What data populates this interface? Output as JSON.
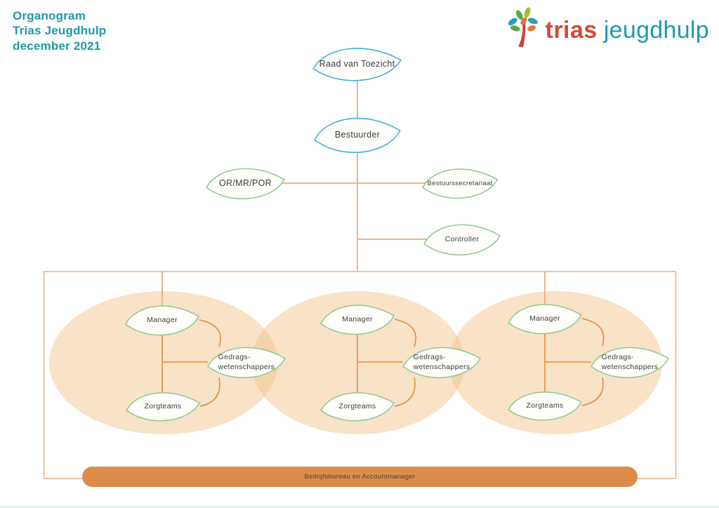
{
  "header": {
    "title_lines": [
      "Organogram",
      "Trias Jeugdhulp",
      "december 2021"
    ]
  },
  "logo": {
    "brand": "trias",
    "suffix": "jeugdhulp",
    "tree_icon": "tree-logo-icon"
  },
  "org": {
    "raad_van_toezicht": "Raad van Toezicht",
    "bestuurder": "Bestuurder",
    "or_mr_por": "OR/MR/POR",
    "bestuurssecretariaat": "Bestuurssecretariaat",
    "controller": "Controller",
    "clusters": [
      {
        "manager": "Manager",
        "gedragswetenschappers": "Gedrags-\nwetenschappers",
        "zorgteams": "Zorgteams"
      },
      {
        "manager": "Manager",
        "gedragswetenschappers": "Gedrags-\nwetenschappers",
        "zorgteams": "Zorgteams"
      },
      {
        "manager": "Manager",
        "gedragswetenschappers": "Gedrags-\nwetenschappers",
        "zorgteams": "Zorgteams"
      }
    ],
    "bottom_bar": "Bedrijfsbureau en Accountmanager"
  },
  "colors": {
    "title_teal": "#1e98a9",
    "brand_red": "#d14a38",
    "brand_teal": "#2099ae",
    "node_blue_stroke": "#44b1d4",
    "node_green_stroke": "#94c893",
    "tree_line_peach": "#f2b183",
    "cluster_line_orange": "#e8883f",
    "ellipse_fill": "#f0c182",
    "bottom_bar_fill": "#db8c4b",
    "bottom_bar_text": "#4b4138"
  }
}
